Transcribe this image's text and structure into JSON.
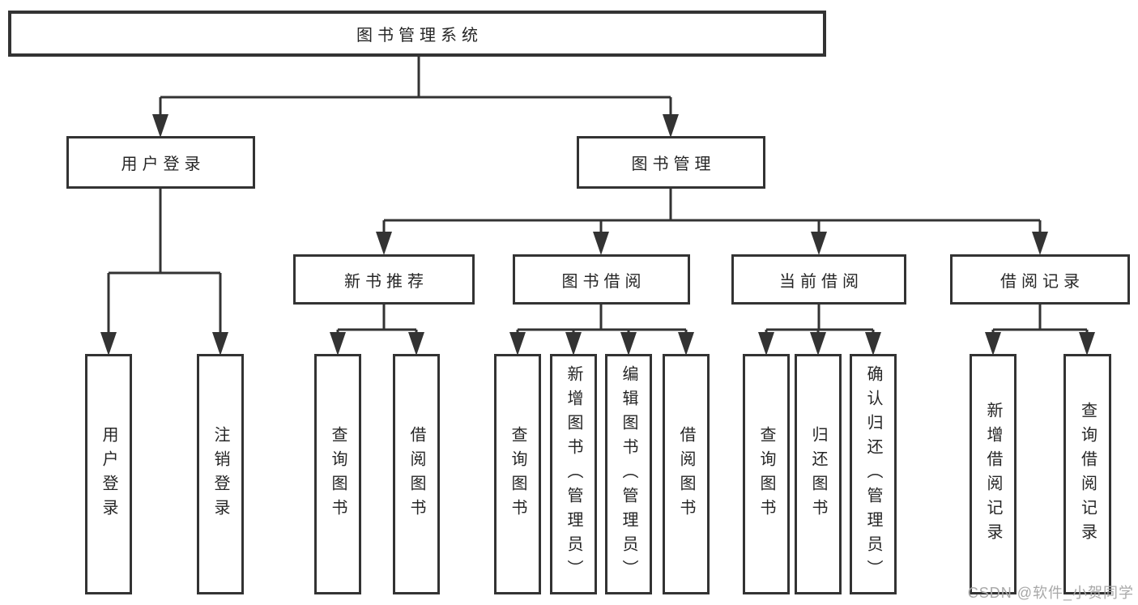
{
  "tree": {
    "root": {
      "label": "图书管理系统"
    },
    "branches": [
      {
        "label": "用户登录",
        "children": [
          {
            "label": "用户登录"
          },
          {
            "label": "注销登录"
          }
        ]
      },
      {
        "label": "图书管理",
        "children": [
          {
            "label": "新书推荐",
            "children": [
              {
                "label": "查询图书"
              },
              {
                "label": "借阅图书"
              }
            ]
          },
          {
            "label": "图书借阅",
            "children": [
              {
                "label": "查询图书"
              },
              {
                "label": "新增图书（管理员）"
              },
              {
                "label": "编辑图书（管理员）"
              },
              {
                "label": "借阅图书"
              }
            ]
          },
          {
            "label": "当前借阅",
            "children": [
              {
                "label": "查询图书"
              },
              {
                "label": "归还图书"
              },
              {
                "label": "确认归还（管理员）"
              }
            ]
          },
          {
            "label": "借阅记录",
            "children": [
              {
                "label": "新增借阅记录"
              },
              {
                "label": "查询借阅记录"
              }
            ]
          }
        ]
      }
    ]
  },
  "watermark": {
    "text": "CSDN @软件_小贺同学"
  },
  "colors": {
    "line": "#333333",
    "text": "#262626",
    "background": "#ffffff",
    "watermark": "#a8a8a8"
  }
}
